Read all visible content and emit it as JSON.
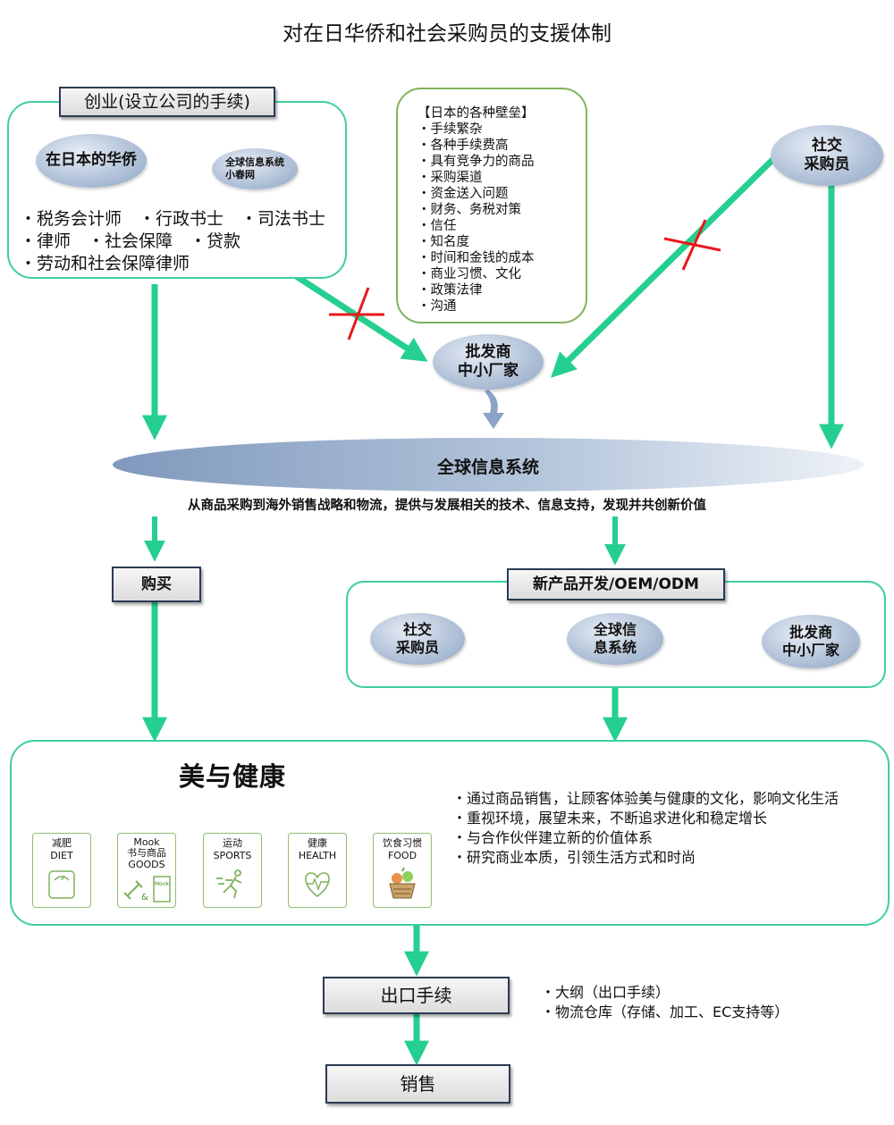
{
  "title": "对在日华侨和社会采购员的支援体制",
  "startup": {
    "label": "创业(设立公司的手续)",
    "overseas_chinese": "在日本的华侨",
    "system_small": "全球信息系统\n小春网",
    "services": [
      "・税务会计师　・行政书士　・司法书士",
      "・律师　・社会保障　・贷款",
      "・劳动和社会保障律师"
    ]
  },
  "barriers": {
    "heading": "【日本的各种壁垒】",
    "items": [
      "・手续繁杂",
      "・各种手续费高",
      "・具有竞争力的商品",
      "・采购渠道",
      "・资金送入问题",
      "・财务、务税对策",
      "・信任",
      "・知名度",
      "・时间和金钱的成本",
      "・商业习惯、文化",
      "・政策法律",
      "・沟通"
    ]
  },
  "social_buyer": "社交\n采购员",
  "wholesaler": "批发商\n中小厂家",
  "global_system": "全球信息系统",
  "tagline": "从商品采购到海外销售战略和物流，提供与发展相关的技术、信息支持，发现并共创新价值",
  "purchase": "购买",
  "newproduct": {
    "label": "新产品开发/OEM/ODM",
    "steps": [
      "社交\n采购员",
      "全球信\n息系统",
      "批发商\n中小厂家"
    ]
  },
  "beauty": {
    "title": "美与健康",
    "categories": [
      {
        "cn": "减肥",
        "en": "DIET",
        "icon": "scale-icon"
      },
      {
        "cn": "Mook\n书与商品",
        "en": "GOODS",
        "icon": "dumbbell-book-icon",
        "mark": "Mook"
      },
      {
        "cn": "运动",
        "en": "SPORTS",
        "icon": "runner-icon"
      },
      {
        "cn": "健康",
        "en": "HEALTH",
        "icon": "heart-pulse-icon"
      },
      {
        "cn": "饮食习惯",
        "en": "FOOD",
        "icon": "food-basket-icon"
      }
    ],
    "bullets": [
      "・通过商品销售，让顾客体验美与健康的文化，影响文化生活",
      "・重视环境，展望未来，不断追求进化和稳定增长",
      "・与合作伙伴建立新的价值体系",
      "・研究商业本质，引领生活方式和时尚"
    ]
  },
  "export": {
    "label": "出口手续",
    "notes": [
      "・大纲（出口手续）",
      "・物流仓库（存储、加工、EC支持等）"
    ]
  },
  "sales": "销售",
  "colors": {
    "arrow": "#25cf8f",
    "cross": "#e8191c",
    "box_border": "#3fcf9a",
    "wall_border": "#7fb25c",
    "tree": "#4a8a2a"
  }
}
